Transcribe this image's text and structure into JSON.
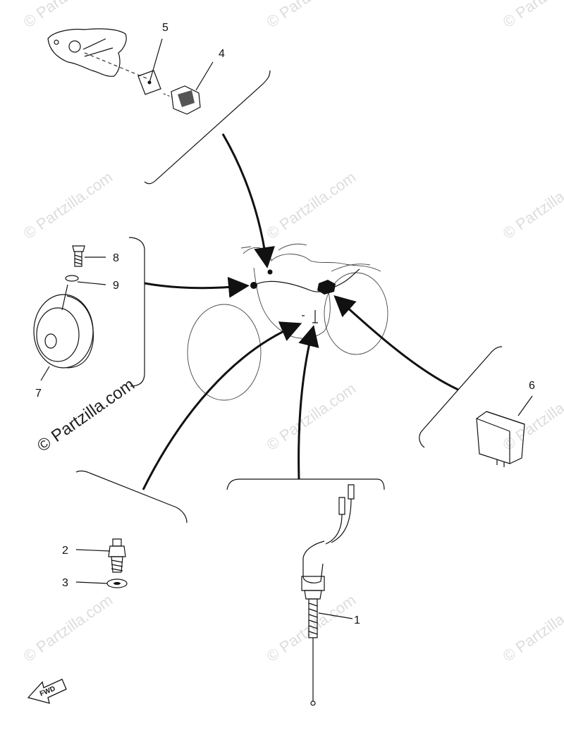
{
  "watermark": {
    "text": "© Partzilla.com",
    "color": "#dddddd"
  },
  "callouts": {
    "p1": "1",
    "p2": "2",
    "p3": "3",
    "p4": "4",
    "p5": "5",
    "p6": "6",
    "p7": "7",
    "p8": "8",
    "p9": "9"
  },
  "direction_badge": {
    "label": "FWD"
  }
}
